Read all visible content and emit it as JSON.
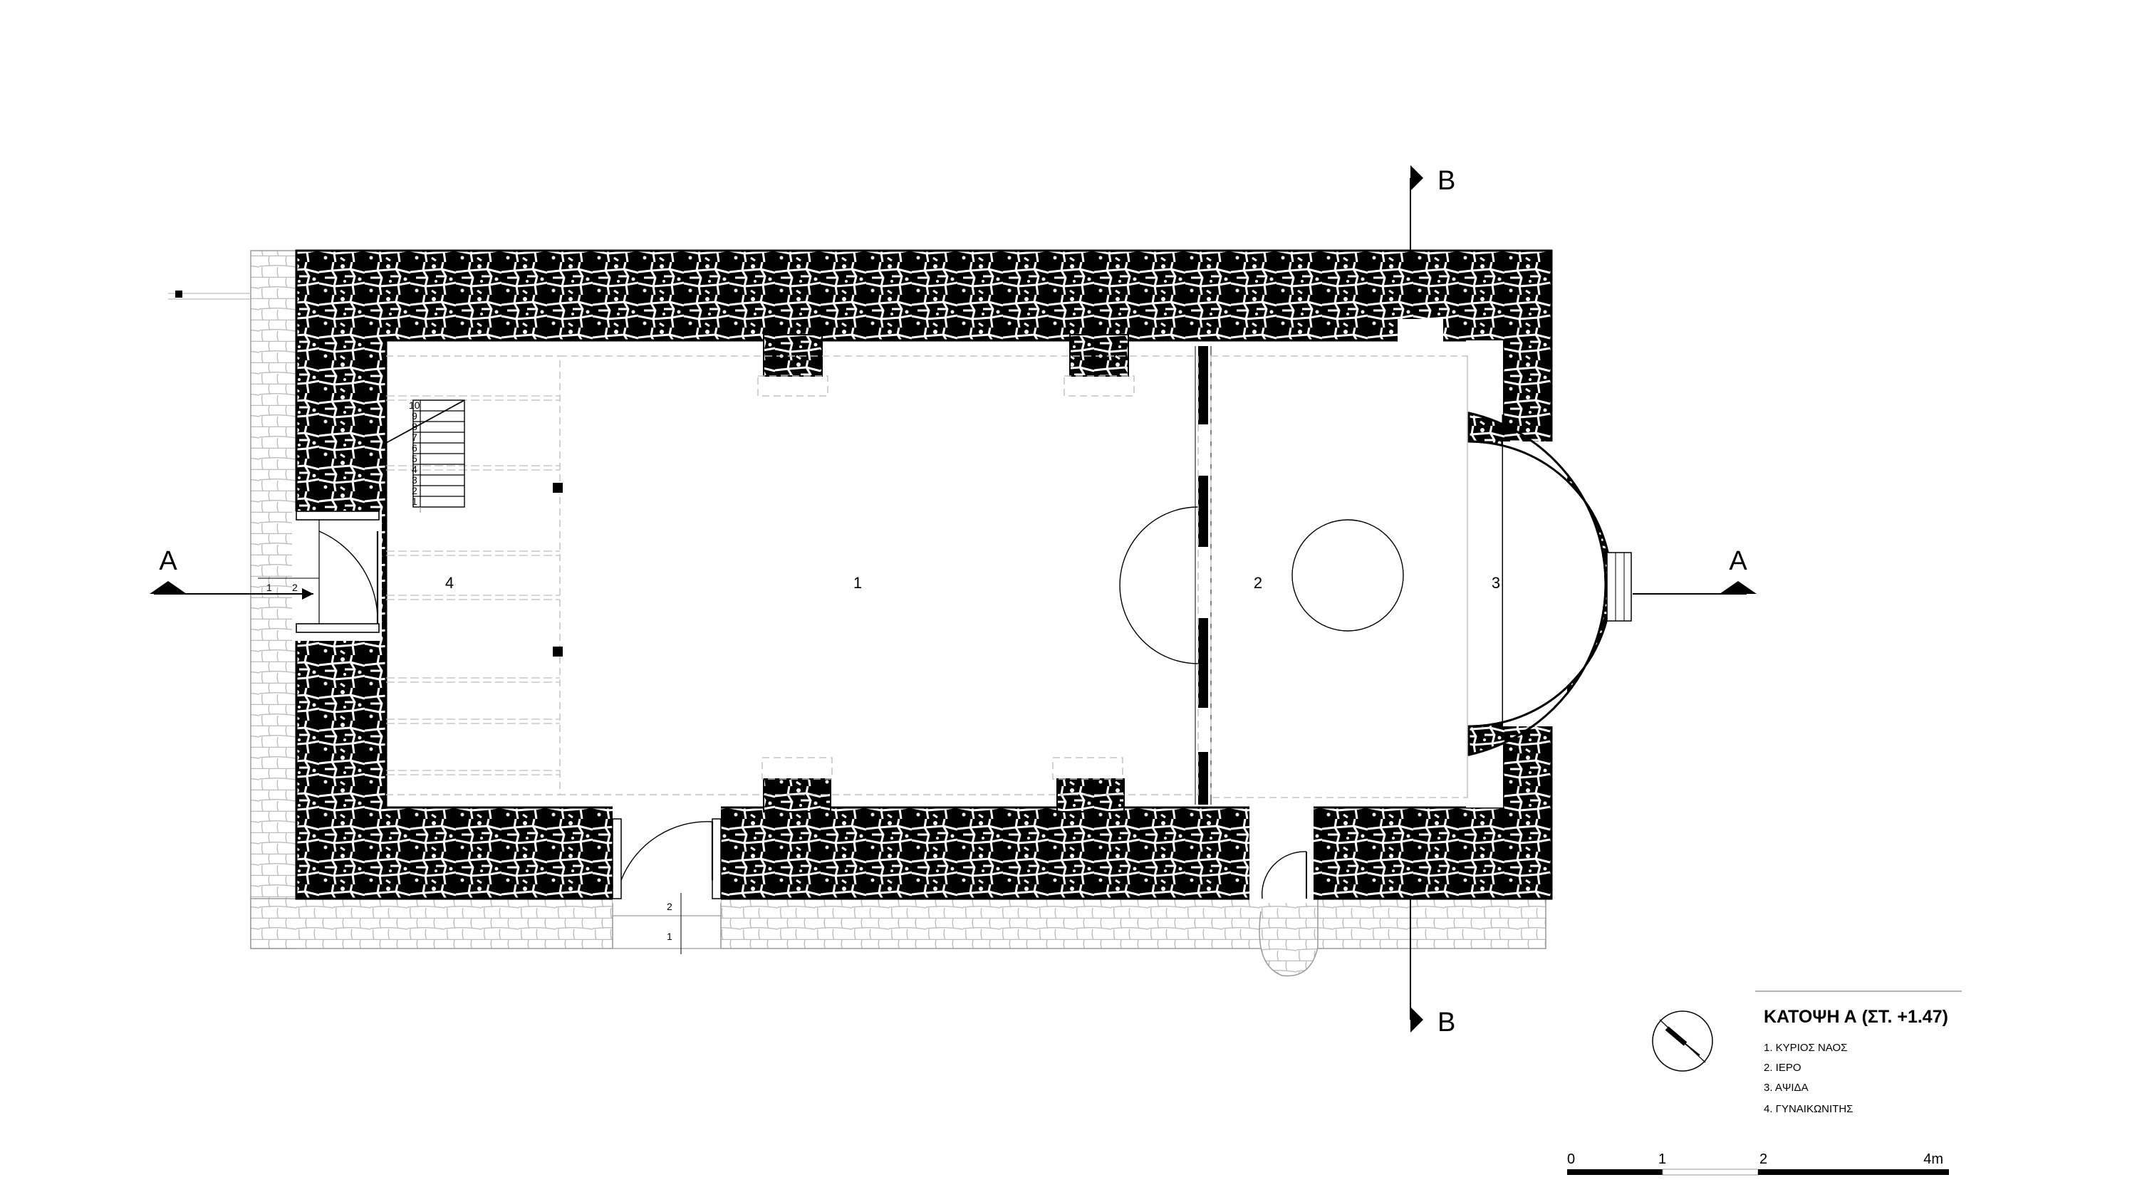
{
  "section_markers": {
    "a": "A",
    "b": "B"
  },
  "rooms": [
    "1",
    "2",
    "3",
    "4"
  ],
  "stair_steps": [
    "10",
    "9",
    "8",
    "7",
    "6",
    "5",
    "4",
    "3",
    "2",
    "1"
  ],
  "entrance_steps": {
    "west": [
      "1",
      "2"
    ],
    "south": [
      "2",
      "1"
    ]
  },
  "legend": {
    "title": "ΚΑΤΟΨΗ  Α (ΣΤ. +1.47)",
    "items": [
      "1. ΚΥΡΙΟΣ ΝΑΟΣ",
      "2. ΙΕΡΟ",
      "3. ΑΨΙΔΑ",
      "4. ΓΥΝΑΙΚΩΝΙΤΗΣ"
    ]
  },
  "scale_bar": {
    "labels": [
      "0",
      "1",
      "2",
      "4m"
    ]
  },
  "colors": {
    "wall": "#000000",
    "paving": "#b8b8b8",
    "dashed": "#c4c4c4"
  }
}
